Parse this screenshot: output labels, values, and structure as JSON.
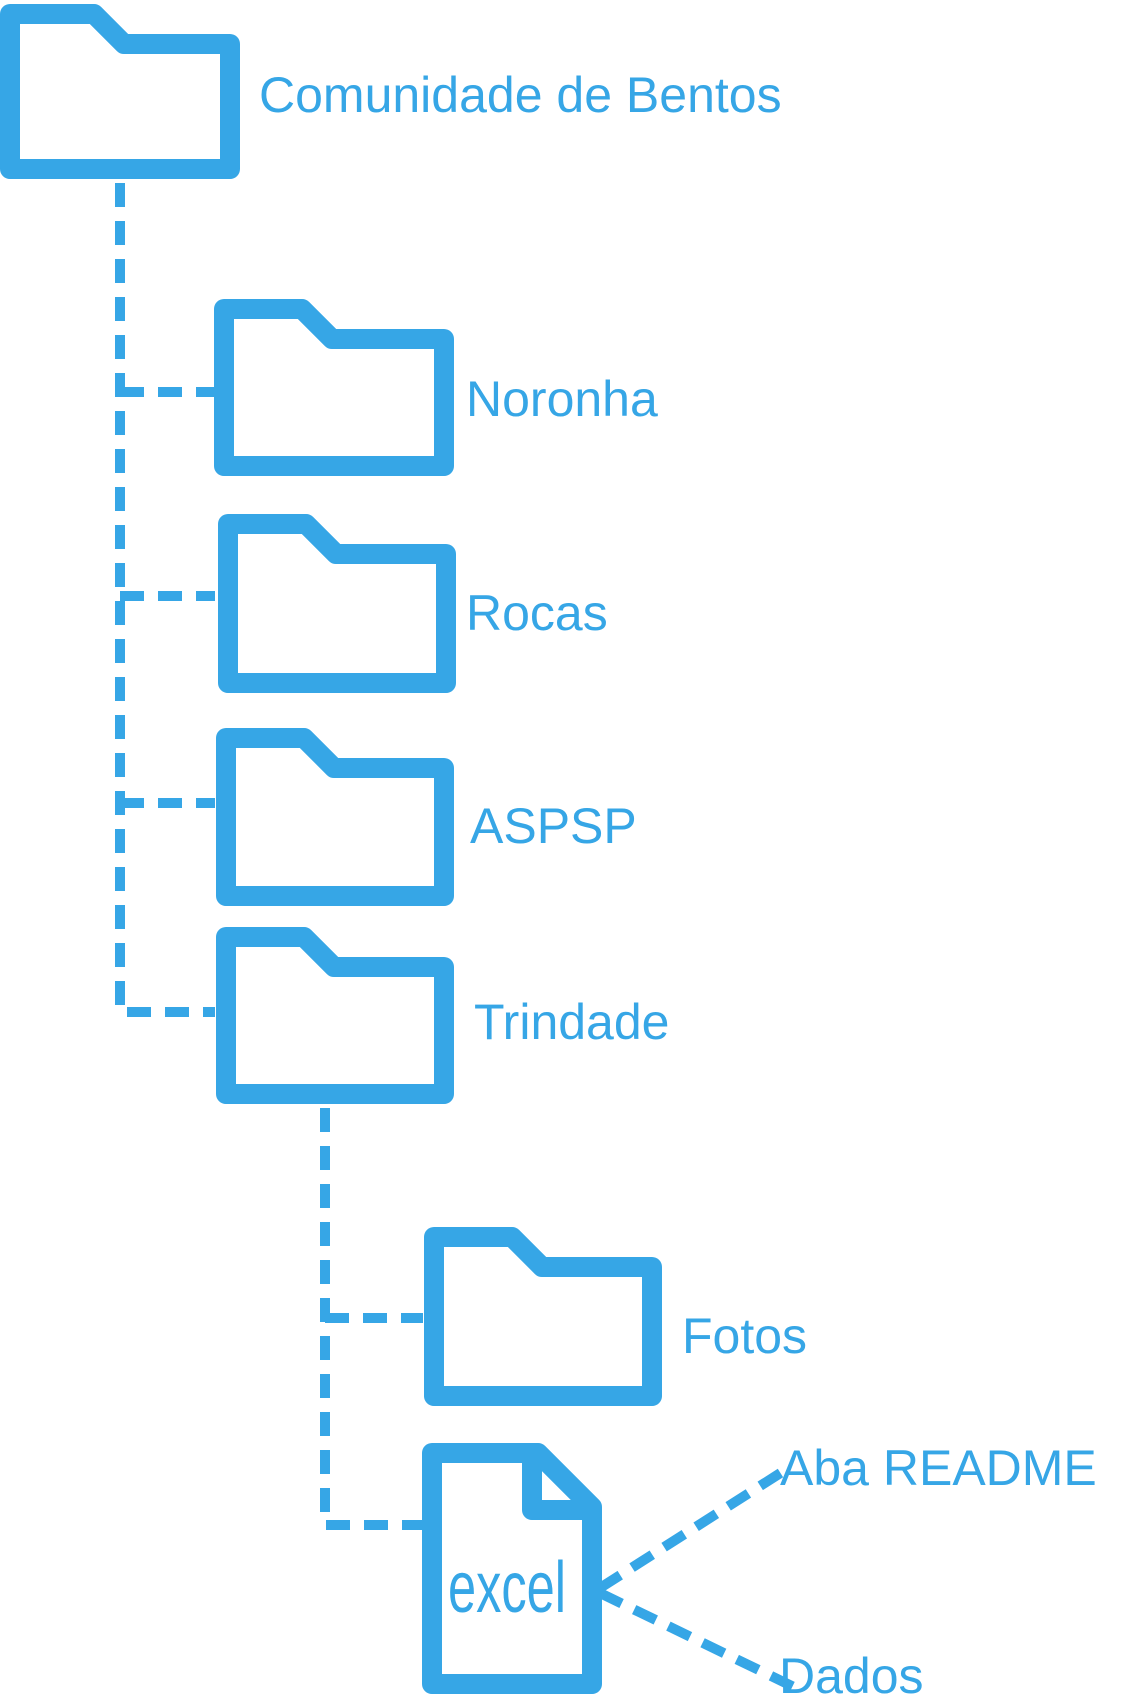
{
  "accent_color": "#36a6e6",
  "root": {
    "label": "Comunidade de Bentos",
    "icon": "folder-icon"
  },
  "children": [
    {
      "label": "Noronha",
      "icon": "folder-icon"
    },
    {
      "label": "Rocas",
      "icon": "folder-icon"
    },
    {
      "label": "ASPSP",
      "icon": "folder-icon"
    },
    {
      "label": "Trindade",
      "icon": "folder-icon"
    }
  ],
  "trindade_children": [
    {
      "label": "Fotos",
      "icon": "folder-icon"
    },
    {
      "label": "excel",
      "icon": "excel-file-icon"
    }
  ],
  "excel_sheets": [
    {
      "label": "Aba README"
    },
    {
      "label": "Dados"
    }
  ]
}
